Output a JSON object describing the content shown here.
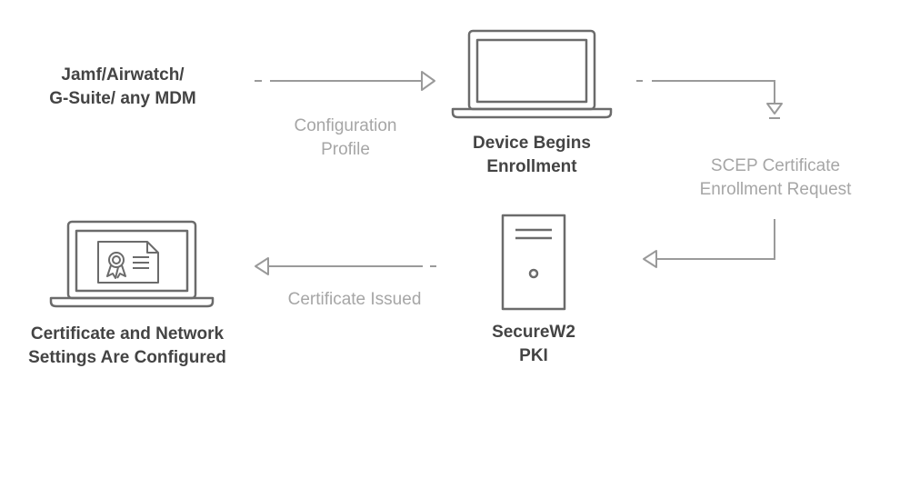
{
  "nodes": {
    "mdm": {
      "line1": "Jamf/Airwatch/",
      "line2": "G-Suite/ any MDM"
    },
    "device": {
      "line1": "Device Begins",
      "line2": "Enrollment"
    },
    "pki": {
      "line1": "SecureW2",
      "line2": "PKI"
    },
    "configured": {
      "line1": "Certificate and Network",
      "line2": "Settings Are Configured"
    }
  },
  "edges": {
    "config_profile": {
      "line1": "Configuration",
      "line2": "Profile"
    },
    "scep_request": {
      "line1": "SCEP Certificate",
      "line2": "Enrollment Request"
    },
    "cert_issued": {
      "line1": "Certificate Issued"
    }
  },
  "colors": {
    "icon_stroke": "#6b6b6b",
    "arrow_stroke": "#9a9a9a",
    "dark_text": "#444444",
    "light_text": "#a6a6a6"
  }
}
